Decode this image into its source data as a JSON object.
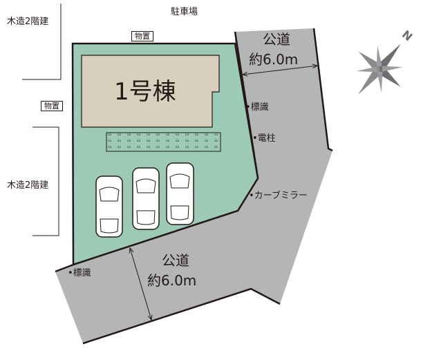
{
  "labels": {
    "neighbor_top": "木造2階建",
    "neighbor_bottom": "木造2階建",
    "parking": "駐車場",
    "storage_top": "物置",
    "storage_left": "物置",
    "building": "1号棟",
    "road_east_name": "公道",
    "road_east_width": "約6.0m",
    "road_south_name": "公道",
    "road_south_width": "約6.0m",
    "sign_east": "•標識",
    "pole": "•電柱",
    "curve_mirror": "•カーブミラー",
    "sign_south": "•標識",
    "north": "N"
  },
  "colors": {
    "lot": "#9ccab7",
    "road": "#b4b5b7",
    "building": "#d8cfbd",
    "line": "#231815"
  }
}
